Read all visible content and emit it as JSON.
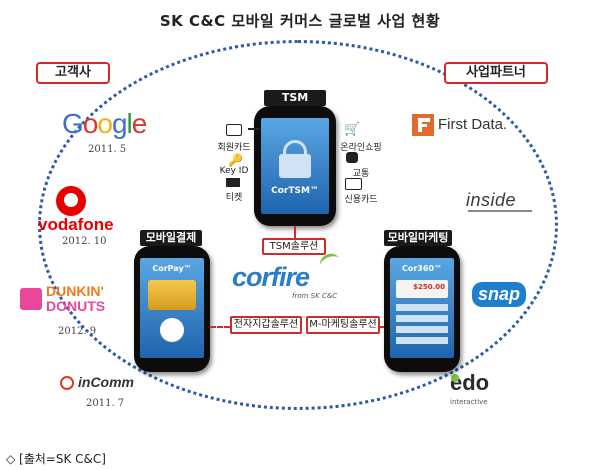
{
  "title": "SK C&C 모바일 커머스 글로벌 사업 현황",
  "left_header": "고객사",
  "right_header": "사업파트너",
  "clients": [
    {
      "name": "Google",
      "date": "2011. 5"
    },
    {
      "name": "vodafone",
      "date": "2012. 10"
    },
    {
      "name_line1": "DUNKIN'",
      "name_line2": "DONUTS",
      "date": "2012. 9"
    },
    {
      "name": "inComm",
      "date": "2011. 7"
    }
  ],
  "partners": [
    "First Data.",
    "inside",
    "snap",
    "edo",
    "interactive"
  ],
  "tsm": {
    "cap": "TSM",
    "screen_label": "CorTSM™",
    "left_items": [
      "회원카드",
      "Key ID",
      "티켓"
    ],
    "right_items": [
      "온라인쇼핑",
      "교통",
      "신용카드"
    ],
    "solution": "TSM솔루션"
  },
  "wallet": {
    "cap": "모바일결제",
    "screen_label": "CorPay™",
    "solution": "전자지갑솔루션"
  },
  "marketing": {
    "cap": "모바일마케팅",
    "screen_label": "Cor360™",
    "price": "$250.00",
    "solution": "M-마케팅솔루션"
  },
  "center_logo": {
    "text": "corfire",
    "sub": "from SK C&C"
  },
  "source": "◇ [출처=SK C&C]",
  "colors": {
    "accent_red": "#d02a2a",
    "ring_blue": "#2c5aa8"
  }
}
